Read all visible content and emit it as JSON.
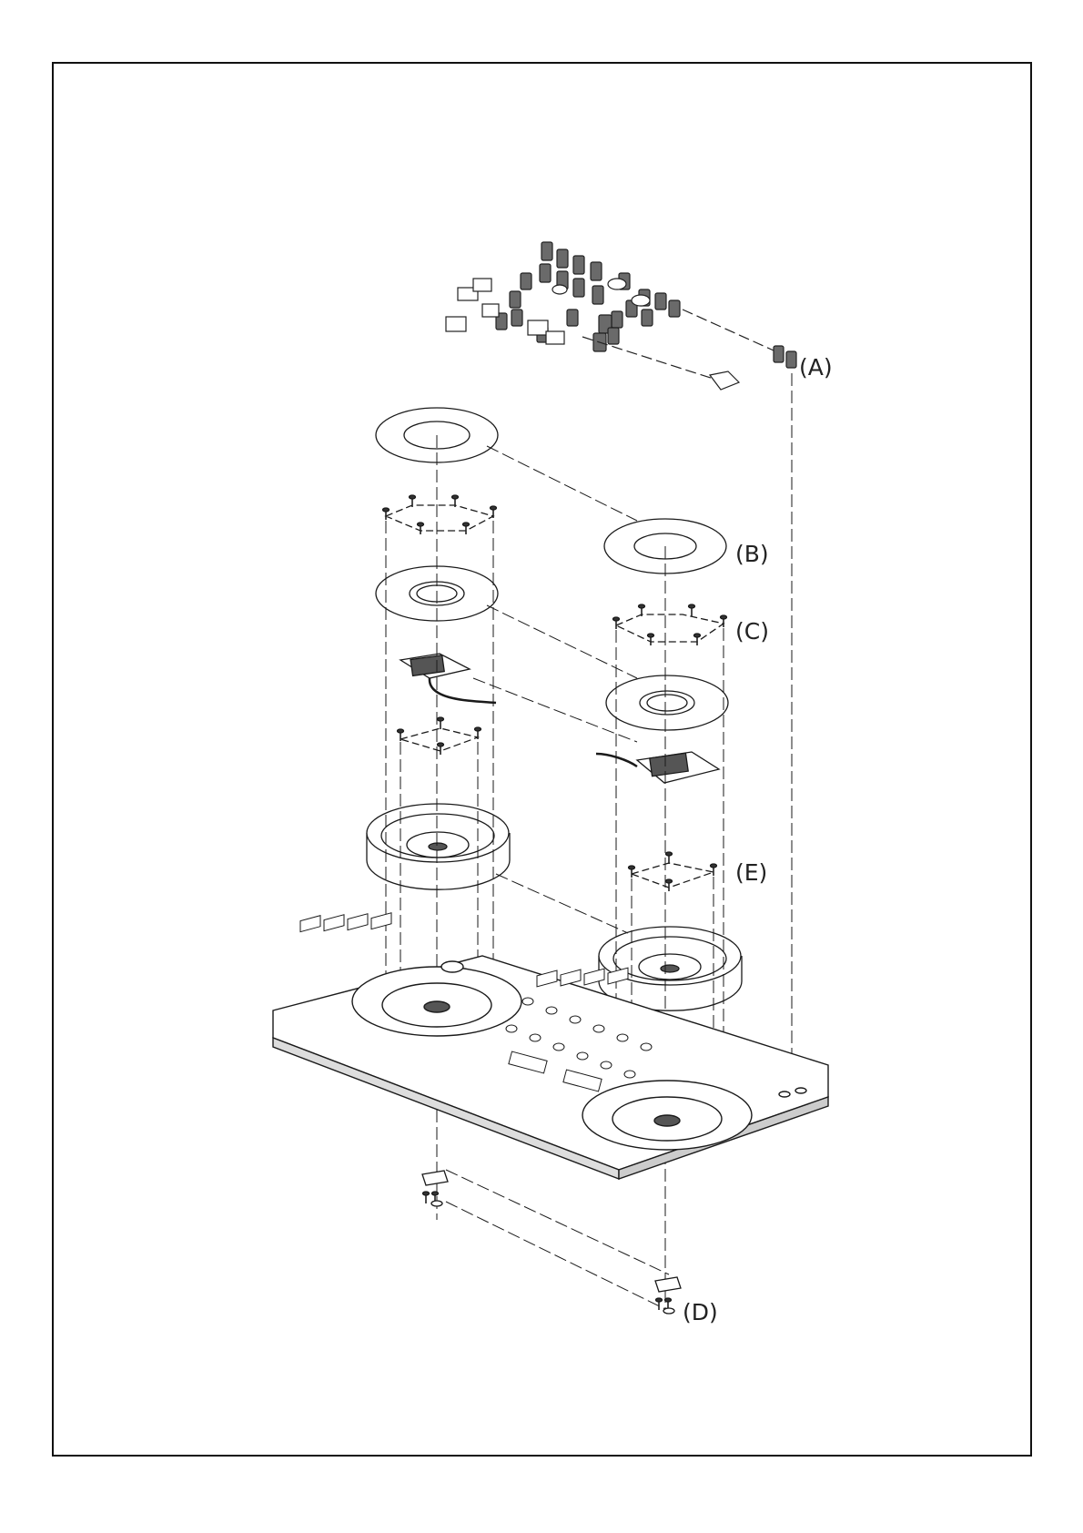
{
  "drawing": {
    "callouts": {
      "a": "(A)",
      "b": "(B)",
      "c": "(C)",
      "d": "(D)",
      "e": "(E)"
    }
  },
  "colors": {
    "line": "#1a1a1a",
    "fill": "#ffffff",
    "knob": "#555555"
  }
}
